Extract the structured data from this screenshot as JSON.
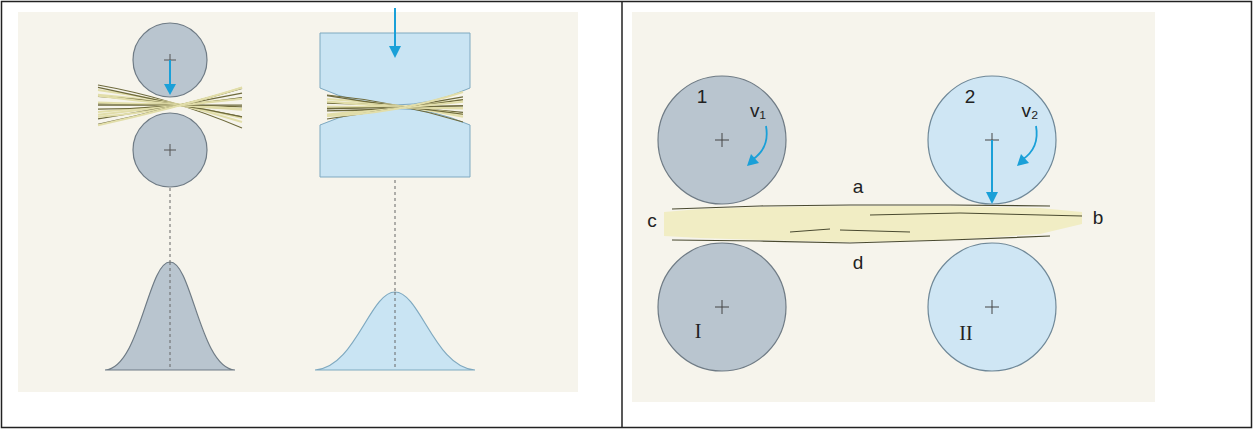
{
  "diagram": {
    "nodes": [
      {
        "text": [
          "1"
        ]
      },
      {
        "text": [
          "2"
        ]
      },
      {
        "text": [
          "I"
        ]
      },
      {
        "text": [
          "II"
        ]
      }
    ],
    "labels": [
      "v₁",
      "v₂",
      "a",
      "b",
      "c",
      "d"
    ]
  }
}
